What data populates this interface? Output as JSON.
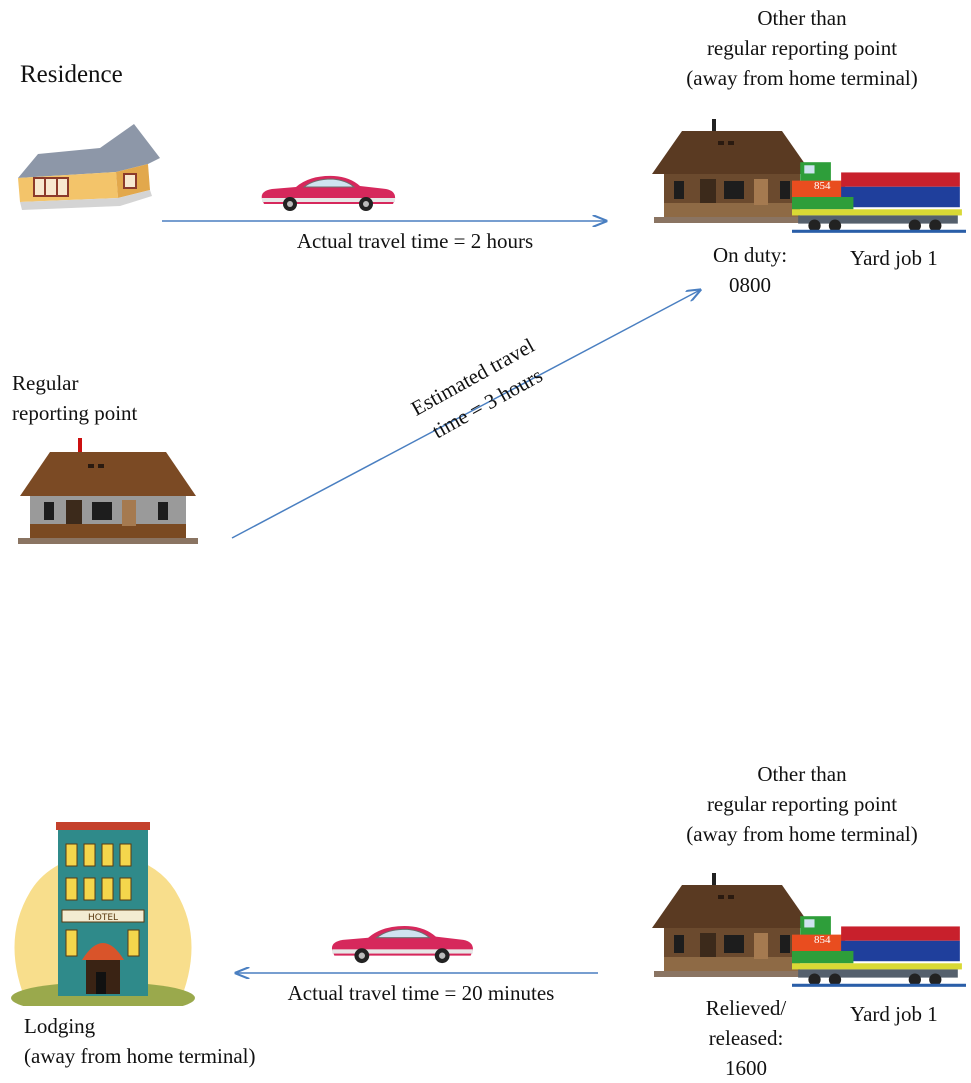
{
  "top_section": {
    "residence_label": "Residence",
    "destination_label_lines": [
      "Other than",
      "regular reporting point",
      "(away from home terminal)"
    ],
    "actual_travel_label": "Actual travel time = 2 hours",
    "on_duty_lines": [
      "On duty:",
      "0800"
    ],
    "yard_job_label": "Yard job 1",
    "regular_point_lines": [
      "Regular",
      "reporting point"
    ],
    "estimated_travel_lines": [
      "Estimated travel",
      "time = 3 hours"
    ]
  },
  "bottom_section": {
    "destination_label_lines": [
      "Other than",
      "regular reporting point",
      "(away from home terminal)"
    ],
    "actual_travel_label": "Actual travel time = 20 minutes",
    "relieved_lines": [
      "Relieved/",
      "released:",
      "1600"
    ],
    "yard_job_label": "Yard job 1",
    "lodging_lines": [
      "Lodging",
      "(away from home terminal)"
    ],
    "hotel_sign": "HOTEL",
    "locomotive_number": "854"
  },
  "colors": {
    "arrow": "#4a7fc1",
    "car": "#d6285c",
    "station_roof": "#5a3a22",
    "locomotive_blue": "#1f3f9c",
    "locomotive_green": "#2e9e3a"
  }
}
